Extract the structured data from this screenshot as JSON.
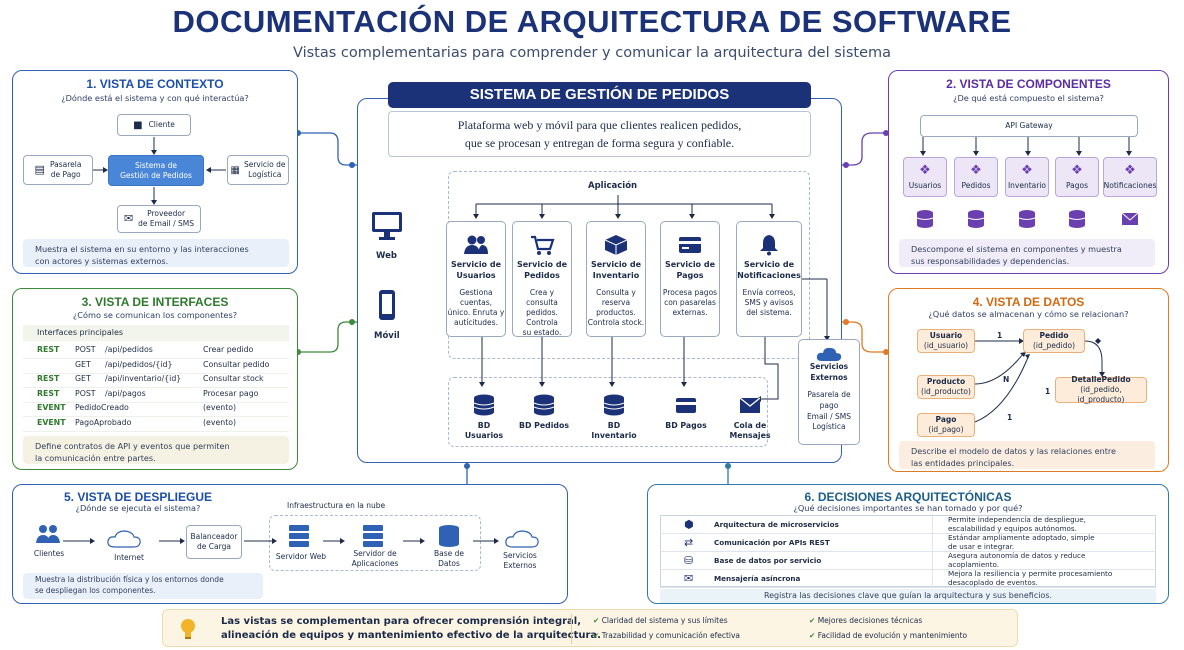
{
  "title": "DOCUMENTACIÓN DE ARQUITECTURA DE SOFTWARE",
  "subtitle": "Vistas complementarias para comprender y comunicar la arquitectura del sistema",
  "center": {
    "title": "SISTEMA DE GESTIÓN DE PEDIDOS",
    "desc1": "Plataforma web y móvil para que clientes realicen pedidos,",
    "desc2": "que se procesan y entregan de forma segura y confiable.",
    "app": "Aplicación",
    "web": "Web",
    "movil": "Móvil",
    "services": [
      {
        "name1": "Servicio de",
        "name2": "Usuarios",
        "d1": "Gestiona cuentas,",
        "d2": "único. Enruta y",
        "d3": "autícitudes."
      },
      {
        "name1": "Servicio de",
        "name2": "Pedidos",
        "d1": "Crea y consulta",
        "d2": "pedidos. Controla",
        "d3": "su estado."
      },
      {
        "name1": "Servicio de",
        "name2": "Inventario",
        "d1": "Consulta y reserva",
        "d2": "productos.",
        "d3": "Controla stock."
      },
      {
        "name1": "Servicio de",
        "name2": "Pagos",
        "d1": "Procesa pagos",
        "d2": "con pasarelas",
        "d3": "externas."
      },
      {
        "name1": "Servicio de",
        "name2": "Notificaciones",
        "d1": "Envía correos,",
        "d2": "SMS y avisos",
        "d3": "del sistema."
      }
    ],
    "dbs": [
      {
        "l1": "BD Usuarios",
        "l2": ""
      },
      {
        "l1": "BD Pedidos",
        "l2": ""
      },
      {
        "l1": "BD Inventario",
        "l2": ""
      },
      {
        "l1": "BD Pagos",
        "l2": ""
      },
      {
        "l1": "Cola de",
        "l2": "Mensajes"
      }
    ],
    "ext": {
      "t1": "Servicios",
      "t2": "Externos",
      "i1": "Pasarela de pago",
      "i2": "Email / SMS",
      "i3": "Logística"
    }
  },
  "p1": {
    "title": "1. VISTA DE CONTEXTO",
    "sub": "¿Dónde está el sistema y con qué interactúa?",
    "cliente": "Cliente",
    "pasarela1": "Pasarela",
    "pasarela2": "de Pago",
    "sistema1": "Sistema de",
    "sistema2": "Gestión de Pedidos",
    "serv1": "Servicio de",
    "serv2": "Logística",
    "prov1": "Proveedor",
    "prov2": "de Email / SMS",
    "desc1": "Muestra el sistema en su entorno y las interacciones",
    "desc2": "con actores y sistemas externos."
  },
  "p2": {
    "title": "2. VISTA DE COMPONENTES",
    "sub": "¿De qué está compuesto el sistema?",
    "gateway": "API Gateway",
    "comps": [
      "Usuarios",
      "Pedidos",
      "Inventario",
      "Pagos",
      "Notificaciones"
    ],
    "desc1": "Descompone el sistema en componentes y muestra",
    "desc2": "sus responsabilidades y dependencias."
  },
  "p3": {
    "title": "3. VISTA DE INTERFACES",
    "sub": "¿Cómo se comunican los componentes?",
    "header": "Interfaces principales",
    "rows": [
      {
        "t": "REST",
        "m": "POST",
        "p": "/api/pedidos",
        "d": "Crear pedido"
      },
      {
        "t": "",
        "m": "GET",
        "p": "/api/pedidos/{id}",
        "d": "Consultar pedido"
      },
      {
        "t": "REST",
        "m": "GET",
        "p": "/api/inventario/{id}",
        "d": "Consultar stock"
      },
      {
        "t": "REST",
        "m": "POST",
        "p": "/api/pagos",
        "d": "Procesar pago"
      },
      {
        "t": "EVENT",
        "m": "PedidoCreado",
        "p": "",
        "d": "(evento)"
      },
      {
        "t": "EVENT",
        "m": "PagoAprobado",
        "p": "",
        "d": "(evento)"
      }
    ],
    "desc1": "Define contratos de API y eventos que permiten",
    "desc2": "la comunicación entre partes."
  },
  "p4": {
    "title": "4. VISTA DE DATOS",
    "sub": "¿Qué datos se almacenan y cómo se relacionan?",
    "usuario1": "Usuario",
    "usuario2": "(id_usuario)",
    "pedido1": "Pedido",
    "pedido2": "(id_pedido)",
    "producto1": "Producto",
    "producto2": "(id_producto)",
    "detalle1": "DetallePedido",
    "detalle2": "(id_pedido, id_producto)",
    "pago1": "Pago",
    "pago2": "(id_pago)",
    "one": "1",
    "n": "N",
    "one2": "1",
    "one3": "1",
    "desc1": "Describe el modelo de datos y las relaciones entre",
    "desc2": "las entidades principales."
  },
  "p5": {
    "title": "5. VISTA DE DESPLIEGUE",
    "sub": "¿Dónde se ejecuta el sistema?",
    "infra": "Infraestructura en la nube",
    "clientes": "Clientes",
    "internet": "Internet",
    "bal1": "Balanceador",
    "bal2": "de Carga",
    "sw": "Servidor Web",
    "sa1": "Servidor de",
    "sa2": "Aplicaciones",
    "bd1": "Base de",
    "bd2": "Datos",
    "se1": "Servicios",
    "se2": "Externos",
    "desc1": "Muestra la distribución física y los entornos donde",
    "desc2": "se despliegan los componentes."
  },
  "p6": {
    "title": "6. DECISIONES ARQUITECTÓNICAS",
    "sub": "¿Qué decisiones importantes se han tomado y por qué?",
    "rows": [
      {
        "d": "Arquitectura de microservicios",
        "r1": "Permite independencia de despliegue,",
        "r2": "escalabilidad y equipos autónomos."
      },
      {
        "d": "Comunicación por APIs REST",
        "r1": "Estándar ampliamente adoptado, simple",
        "r2": "de usar e integrar."
      },
      {
        "d": "Base de datos por servicio",
        "r1": "Asegura autonomía de datos y reduce",
        "r2": "acoplamiento."
      },
      {
        "d": "Mensajería asíncrona",
        "r1": "Mejora la resiliencia y permite procesamiento",
        "r2": "desacoplado de eventos."
      }
    ],
    "desc": "Registra las decisiones clave que guían la arquitectura y sus beneficios."
  },
  "footer": {
    "l1": "Las vistas se complementan para ofrecer comprensión integral,",
    "l2": "alineación de equipos y mantenimiento efectivo de la arquitectura.",
    "b1": "Claridad del sistema y sus límites",
    "b2": "Trazabilidad y comunicación efectiva",
    "b3": "Mejores decisiones técnicas",
    "b4": "Facilidad de evolución y mantenimiento"
  },
  "colors": {
    "blue": "#1b3278",
    "p1": "#2f62b5",
    "p2": "#6a3fb0",
    "p3": "#3d8a3a",
    "p4": "#e07a24",
    "p5": "#2f62b5",
    "p6": "#2f7aa8"
  }
}
